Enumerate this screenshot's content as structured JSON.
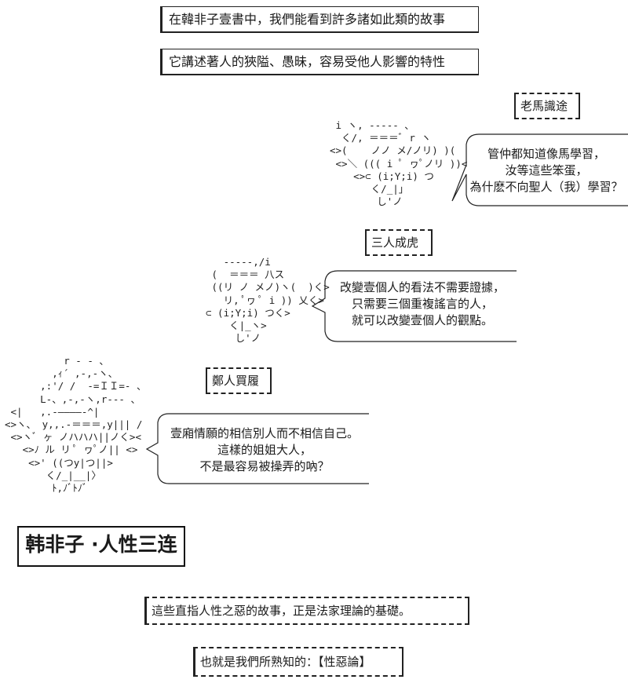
{
  "intro": {
    "line1": "在韓非子壹書中，我們能看到許多諸如此類的故事",
    "line2": "它講述著人的狹隘、愚昧，容易受他人影響的特性"
  },
  "story1": {
    "label": "老馬識途",
    "ascii_art": " i ヽ, -‐-‐- 、\n  く/, ＝＝＝ﾞ r ヽ\n<>(    ノノ メ/ノリ) )(\n <>＼ ((( i ﾟ ヮﾟノリ ))<\n    <>⊂ (i;Y;i) つ\n       く/_|」\n        し'ノ",
    "bubble": [
      "管仲都知道像馬學習，",
      "汝等這些笨蛋，",
      "為什麽不向聖人（我）學習？"
    ]
  },
  "story2": {
    "label": "三人成虎",
    "ascii_art": "   -‐-‐-,/i\n (  ＝＝＝ 八ス\n ((リ ノ メノ)ヽ(  )く>\n   リ, ﾟヮ ﾟ i )) 乂く>\n⊂ (i;Y;i) つく>\n    く|_ヽ>\n     し'ノ",
    "bubble": [
      "改變壹個人的看法不需要證據，",
      "只需要三個重複謠言的人，",
      "就可以改變壹個人的觀點。"
    ]
  },
  "story3": {
    "label": "鄭人買履",
    "ascii_art": "          r ‐ ‐ 、\n        ,ｨ´ ,‐,‐ヽ、\n      ,:'/ /  ‐=ＩＩ=- 、\n      L-、,-,-ヽ,r-‐- 、\n <|   ,.-――――‐^|\n<>ヽ、 y,,.-＝＝＝,y||| /\n <>ヽﾞ ヶ ノハハハ||ノく><\n   <>ﾉ ル リ ﾟ ヮﾟノ|| <>\n    <>' ((つy|つ||>\n       く/_|__|〉\n        ﾄ,ﾉﾞﾄﾉﾞ",
    "bubble": [
      "壹廂情願的相信別人而不相信自己。",
      "這樣的姐姐大人，",
      "不是最容易被操弄的吶？"
    ]
  },
  "title": "韩非子 ·人性三连",
  "conclusion": {
    "line1": "這些直指人性之惡的故事，正是法家理論的基礎。",
    "line2": "也就是我們所熟知的：【性惡論】"
  }
}
